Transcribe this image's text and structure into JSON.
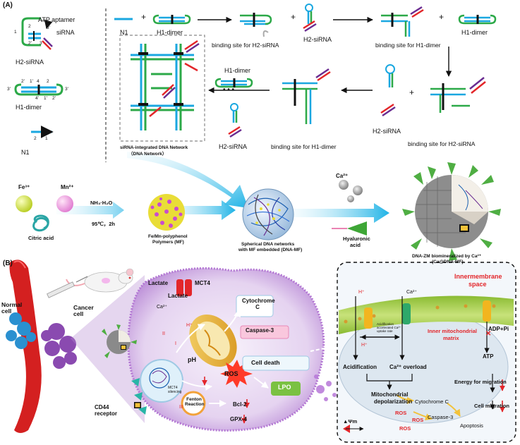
{
  "panelA": {
    "label": "(A)",
    "legend": {
      "atp_aptamer": "ATP aptamer",
      "sirna": "siRNA",
      "h2_sirna": "H2-siRNA",
      "h1_dimer": "H1-dimer",
      "n1": "N1",
      "h2_nums": [
        "1",
        "2",
        "2'",
        "3",
        "3'"
      ],
      "h1_nums": [
        "2'",
        "1'",
        "4",
        "2",
        "3'",
        "4'",
        "1'",
        "2'",
        "3'"
      ],
      "n1_nums": [
        "2",
        "1"
      ]
    },
    "flow": {
      "n1": "N1",
      "plus": "+",
      "h1_dimer": "H1-dimer",
      "h2_sirna": "H2-siRNA",
      "bind_h2": "binding site for H2-siRNA",
      "bind_h1": "binding site for H1-dimer",
      "dots": "• • •"
    },
    "network": {
      "caption1": "siRNA-integrated DNA Network",
      "caption2": "（DNA Network）"
    },
    "synthesis": {
      "fe": "Fe³⁺",
      "mn": "Mn²⁺",
      "citric": "Citric acid",
      "nh3": "NH₃·H₂O",
      "cond": "95℃，2h",
      "mf1": "Fe/Mn-polyphenol",
      "mf2": "Polymers (MF)",
      "sph1": "Spherical DNA networks",
      "sph2": "with MF  embedded (DNA-MF)",
      "ca": "Ca²⁺",
      "ha1": "Hyaluronic",
      "ha2": "acid",
      "final1": "DNA-ZM biomineralized by Ca²⁺",
      "final2": "(Ca@DNA-MF)"
    }
  },
  "panelB": {
    "label": "(B)",
    "normal_cell": "Normal cell",
    "cancer_cell": "Cancer cell",
    "cd44": "CD44 receptor",
    "lactate": "Lactate",
    "mct4": "MCT4",
    "ca": "Ca²⁺",
    "h": "H⁺",
    "ph": "pH",
    "cyto": "Cytochrome C",
    "casp": "Caspase-3",
    "death": "Cell death",
    "lpo": "LPO",
    "ros": "ROS",
    "bcl2": "Bcl-2",
    "gpx4": "GPX-4",
    "fenton": "Fenton Reaction",
    "mct4_sil": "MCT4 silencing",
    "roman": [
      "I",
      "II",
      "III"
    ],
    "inset": {
      "ims1": "Innermembrane",
      "ims2": "space",
      "imm1": "Inner mitochondrial",
      "imm2": "matrix",
      "accel": "Acidification accelerated Ca²⁺ uptake rate",
      "h": "H⁺",
      "ca": "Ca²⁺",
      "acid": "Acidification",
      "overload": "Ca²⁺ overload",
      "depol1": "Mitochondrial",
      "depol2": "depolarization",
      "adp": "ADP+Pi",
      "atp": "ATP",
      "energy": "Energy for migration",
      "migration": "Cell migration",
      "cytoc": "Cytochrome C",
      "casp": "Caspase-3",
      "apop": "Apoptosis",
      "ros": "ROS",
      "psi": "▲Ψm"
    }
  }
}
